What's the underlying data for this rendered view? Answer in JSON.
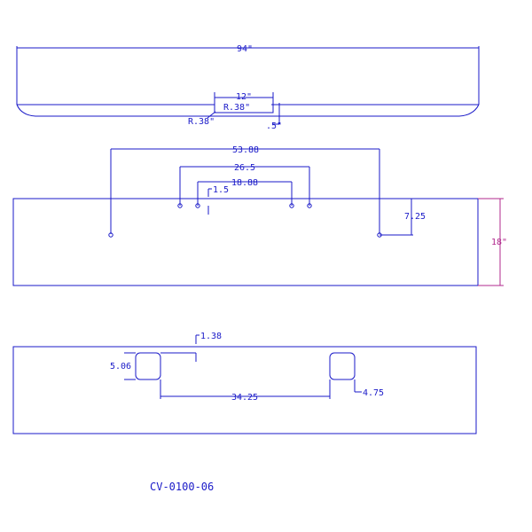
{
  "colors": {
    "line": "#1a1ac8",
    "accent": "#b0288c",
    "background": "#ffffff"
  },
  "top_view": {
    "overall_width": "94\"",
    "notch_width": "12\"",
    "notch_radius": "R.38\"",
    "corner_radius": "R.38\"",
    "notch_depth": ".5\""
  },
  "front_view": {
    "hole_spacing_outer": "53.88",
    "hole_spacing_mid": "26.5",
    "hole_spacing_inner": "18.88",
    "hole_offset_inner": "1.5",
    "hole_drop_outer": "7.25",
    "height": "18\""
  },
  "bottom_view": {
    "slot_offset": "1.38",
    "slot_height": "5.06",
    "slot_spacing": "34.25",
    "slot_edge": "4.75"
  },
  "part_number": "CV-0100-06"
}
